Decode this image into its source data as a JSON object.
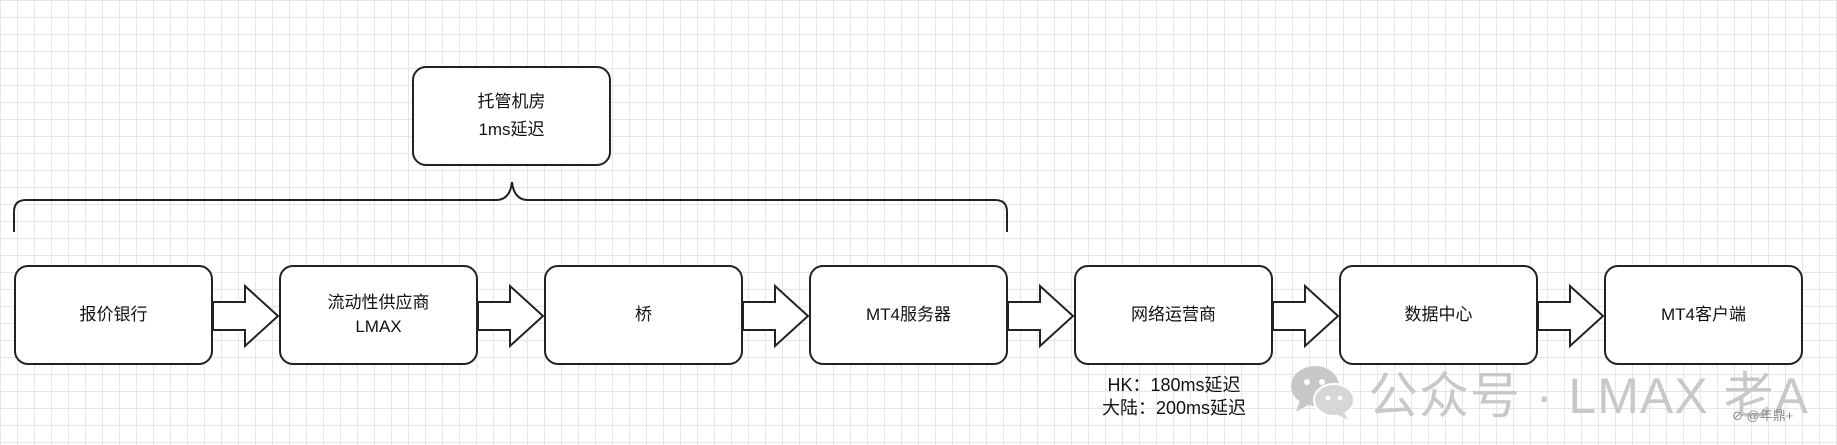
{
  "top_box": {
    "title": "托管机房",
    "subtitle": "1ms延迟"
  },
  "chain": [
    {
      "label": "报价银行",
      "sub": ""
    },
    {
      "label": "流动性供应商",
      "sub": "LMAX"
    },
    {
      "label": "桥",
      "sub": ""
    },
    {
      "label": "MT4服务器",
      "sub": ""
    },
    {
      "label": "网络运营商",
      "sub": ""
    },
    {
      "label": "数据中心",
      "sub": ""
    },
    {
      "label": "MT4客户端",
      "sub": ""
    }
  ],
  "latency_note": {
    "hk": "HK：180ms延迟",
    "mainland": "大陆：200ms延迟"
  },
  "watermark": {
    "text": "公众号 · LMAX 老A",
    "icon": "wechat-icon",
    "color": "#c8c8c8"
  },
  "corner_tag": "⊘ @年鼎+",
  "colors": {
    "stroke": "#222222",
    "grid": "#e6e6e6",
    "background": "#ffffff"
  }
}
